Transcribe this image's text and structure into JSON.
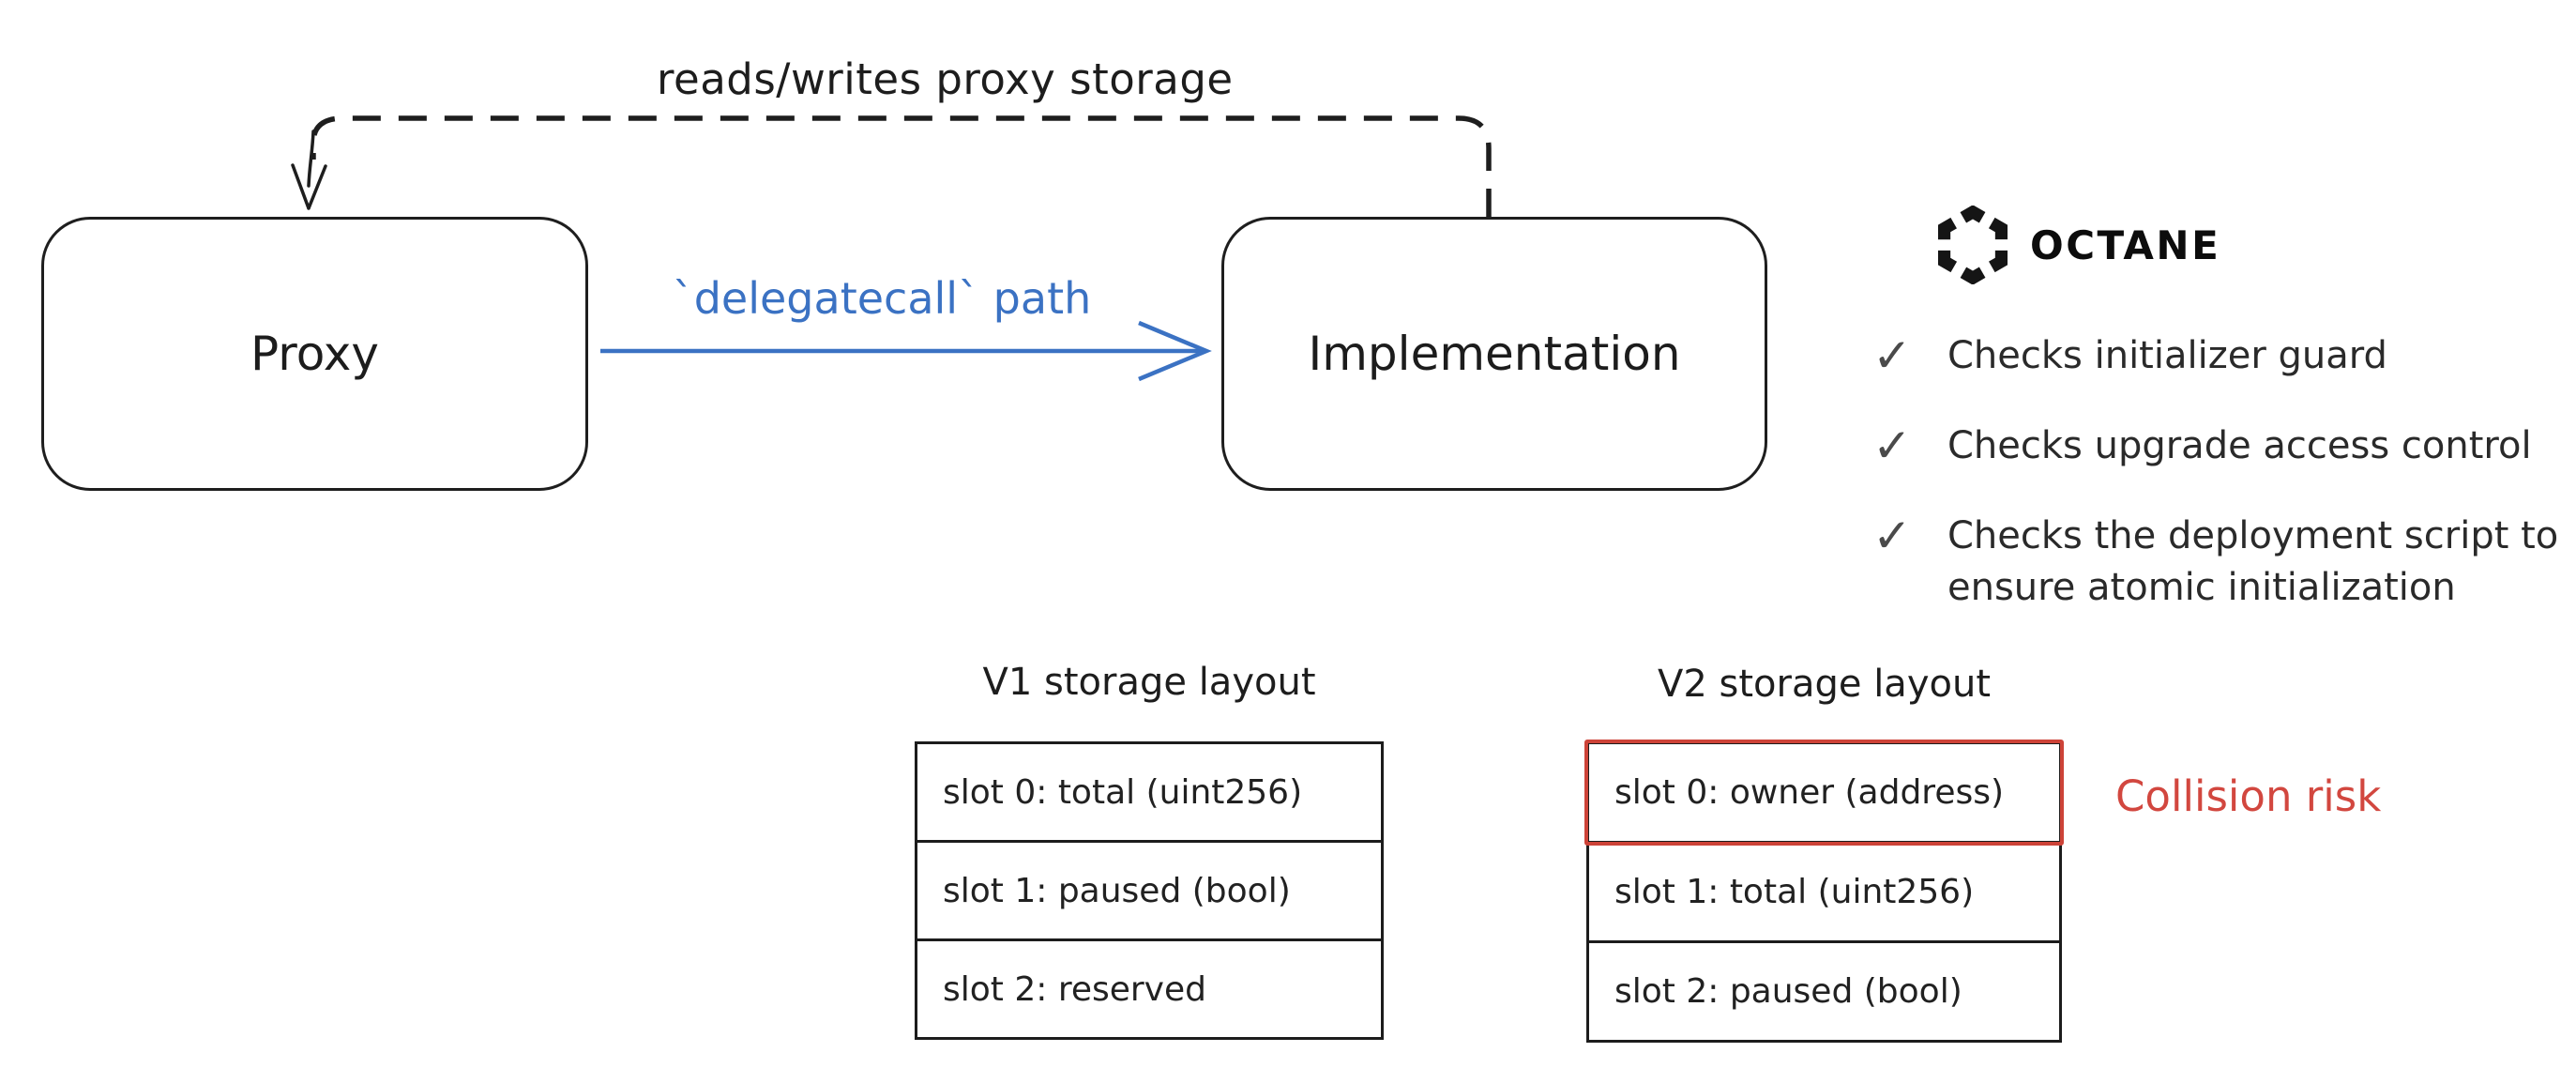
{
  "diagram": {
    "storage_arc_label": "reads/writes proxy storage",
    "proxy_box_label": "Proxy",
    "implementation_box_label": "Implementation",
    "delegatecall_label": "`delegatecall` path"
  },
  "octane": {
    "wordmark": "OCTANE",
    "check_glyph": "✓",
    "checklist": [
      "Checks initializer guard",
      "Checks upgrade access control",
      "Checks the deployment script to ensure atomic initialization"
    ]
  },
  "v1_table": {
    "title": "V1 storage layout",
    "rows": [
      "slot 0: total (uint256)",
      "slot 1: paused (bool)",
      "slot 2: reserved"
    ]
  },
  "v2_table": {
    "title": "V2 storage layout",
    "rows": [
      "slot 0: owner (address)",
      "slot 1: total (uint256)",
      "slot 2: paused (bool)"
    ],
    "collision_label": "Collision risk"
  },
  "colors": {
    "accent_blue": "#3b72c3",
    "risk_red": "#d2473f",
    "risk_border_red": "#cd4338",
    "stroke_dark": "#1e1e1e",
    "check_gray": "#4a4a4a"
  }
}
